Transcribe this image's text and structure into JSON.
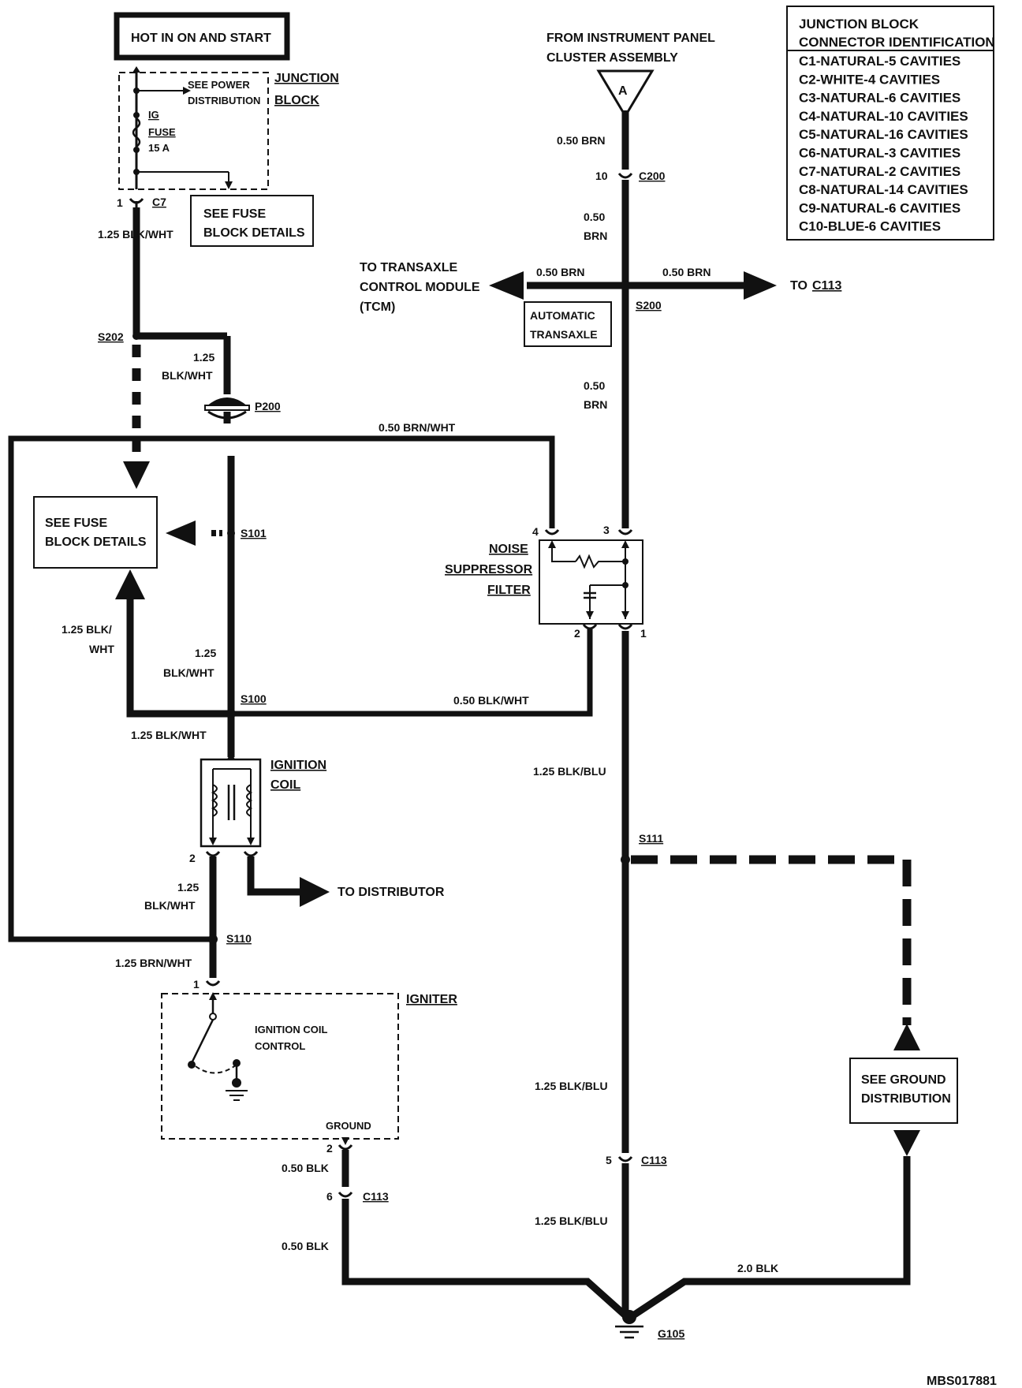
{
  "header": {
    "title": "HOT IN ON AND START"
  },
  "junction_block": {
    "label_1": "JUNCTION",
    "label_2": "BLOCK",
    "see_power_1": "SEE POWER",
    "see_power_2": "DISTRIBUTION",
    "fuse_1": "IG",
    "fuse_2": "FUSE",
    "fuse_3": "15 A",
    "connector": "C7",
    "pin": "1"
  },
  "see_fuse_top": {
    "line1": "SEE FUSE",
    "line2": "BLOCK DETAILS"
  },
  "see_fuse_left": {
    "line1": "SEE FUSE",
    "line2": "BLOCK DETAILS"
  },
  "panel_source": {
    "line1": "FROM INSTRUMENT PANEL",
    "line2": "CLUSTER ASSEMBLY",
    "marker": "A"
  },
  "table": {
    "title_1": "JUNCTION BLOCK",
    "title_2": "CONNECTOR IDENTIFICATION",
    "rows": [
      "C1-NATURAL-5 CAVITIES",
      "C2-WHITE-4 CAVITIES",
      "C3-NATURAL-6 CAVITIES",
      "C4-NATURAL-10 CAVITIES",
      "C5-NATURAL-16 CAVITIES",
      "C6-NATURAL-3 CAVITIES",
      "C7-NATURAL-2 CAVITIES",
      "C8-NATURAL-14 CAVITIES",
      "C9-NATURAL-6 CAVITIES",
      "C10-BLUE-6 CAVITIES"
    ]
  },
  "wires": {
    "w_125_blkwht": "1.25 BLK/WHT",
    "w_125": "1.25",
    "w_blkwht": "BLK/WHT",
    "w_blk_slash": "1.25 BLK/",
    "w_wht": "WHT",
    "w_050_brn": "0.50 BRN",
    "w_050": "0.50",
    "w_brn": "BRN",
    "w_050_brnwht": "0.50 BRN/WHT",
    "w_050_blkwht": "0.50 BLK/WHT",
    "w_125_blkblu": "1.25 BLK/BLU",
    "w_125_brnwht": "1.25 BRN/WHT",
    "w_050_blk": "0.50 BLK",
    "w_20_blk": "2.0 BLK"
  },
  "connectors": {
    "c200": "C200",
    "c200_pin": "10",
    "s200": "S200",
    "s202": "S202",
    "p200": "P200",
    "s101": "S101",
    "s100": "S100",
    "s110": "S110",
    "s111": "S111",
    "c113": "C113",
    "c113_pin_5": "5",
    "c113_pin_6": "6",
    "g105": "G105"
  },
  "tcm": {
    "line1": "TO TRANSAXLE",
    "line2": "CONTROL MODULE",
    "line3": "(TCM)",
    "to_c113_prefix": "TO",
    "to_c113": "C113",
    "auto_1": "AUTOMATIC",
    "auto_2": "TRANSAXLE"
  },
  "noise_filter": {
    "line1": "NOISE",
    "line2": "SUPPRESSOR",
    "line3": "FILTER",
    "pin_4": "4",
    "pin_3": "3",
    "pin_2": "2",
    "pin_1": "1"
  },
  "ignition_coil": {
    "line1": "IGNITION",
    "line2": "COIL",
    "pin_2": "2",
    "to_distributor": "TO DISTRIBUTOR"
  },
  "igniter": {
    "label": "IGNITER",
    "ctrl_1": "IGNITION COIL",
    "ctrl_2": "CONTROL",
    "ground": "GROUND",
    "pin_1": "1",
    "pin_2": "2"
  },
  "see_ground": {
    "line1": "SEE GROUND",
    "line2": "DISTRIBUTION"
  },
  "doc_code": "MBS017881"
}
